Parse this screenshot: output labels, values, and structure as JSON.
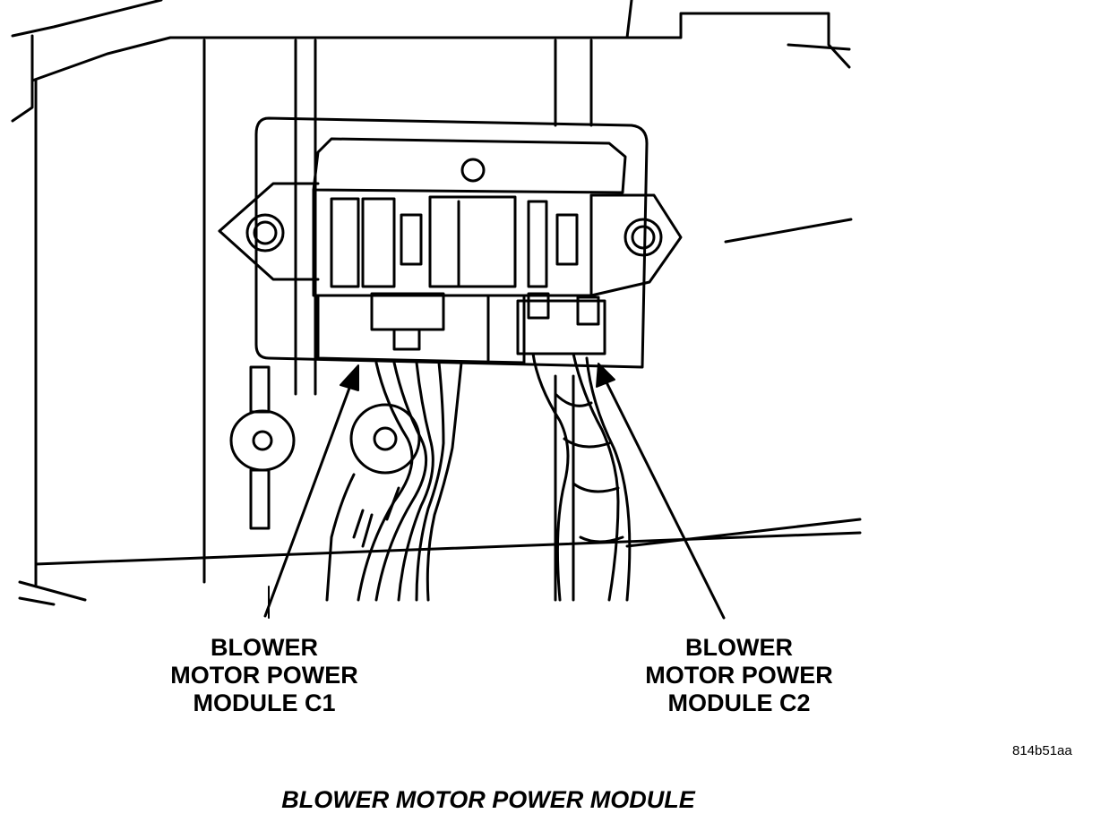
{
  "callouts": {
    "c1": {
      "lines": [
        "BLOWER",
        "MOTOR POWER",
        "MODULE C1"
      ]
    },
    "c2": {
      "lines": [
        "BLOWER",
        "MOTOR POWER",
        "MODULE C2"
      ]
    }
  },
  "figure_code": "814b51aa",
  "caption": "BLOWER MOTOR POWER MODULE"
}
